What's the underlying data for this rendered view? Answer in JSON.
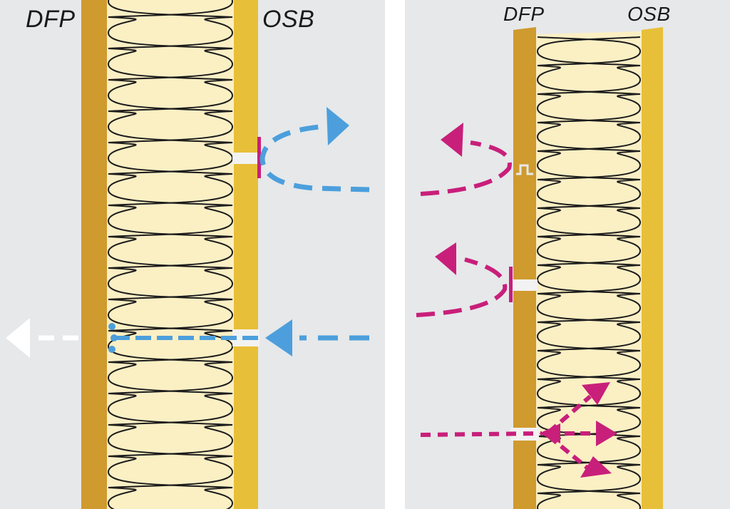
{
  "left_panel": {
    "label_left": "DFP",
    "label_right": "OSB"
  },
  "right_panel": {
    "label_left": "DFP",
    "label_right": "OSB"
  },
  "colors": {
    "background": "#e6e8ea",
    "dfp_board": "#cf9a2e",
    "osb_board": "#e8bf38",
    "insulation_fill": "#fbefc4",
    "insulation_line": "#1c1c1c",
    "blue_arrow": "#4c9fdc",
    "magenta_arrow": "#c81f7a",
    "white_arrow": "#ffffff"
  }
}
